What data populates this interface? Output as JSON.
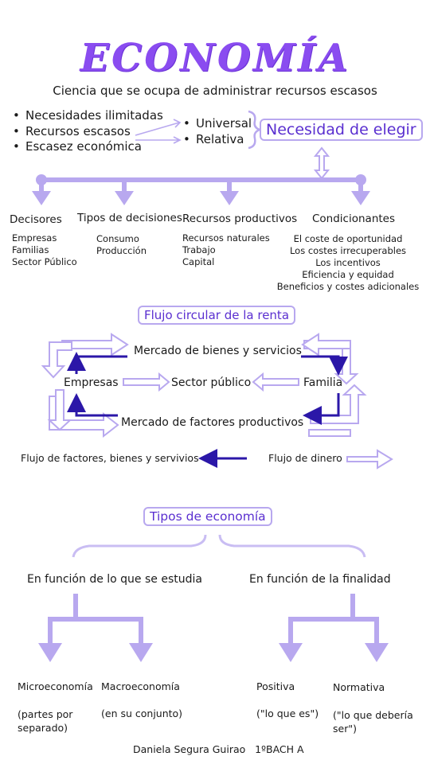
{
  "title": "ECONOMÍA",
  "subtitle": "Ciencia que se ocupa de administrar recursos escasos",
  "bullets_left": [
    "Necesidades ilimitadas",
    "Recursos escasos",
    "Escasez económica"
  ],
  "bullets_mid": [
    "Universal",
    "Relativa"
  ],
  "choice_box": "Necesidad de elegir",
  "categories": [
    {
      "title": "Decisores",
      "items": [
        "Empresas",
        "Familias",
        "Sector Público"
      ]
    },
    {
      "title": "Tipos de decisiones",
      "items": [
        "Consumo",
        "Producción"
      ]
    },
    {
      "title": "Recursos productivos",
      "items": [
        "Recursos naturales",
        "Trabajo",
        "Capital"
      ]
    },
    {
      "title": "Condicionantes",
      "items": [
        "El coste de oportunidad",
        "Los costes irrecuperables",
        "Los incentivos",
        "Eficiencia y equidad",
        "Beneficios y costes adicionales"
      ]
    }
  ],
  "flow": {
    "title": "Flujo circular de la renta",
    "goods_market": "Mercado de bienes y servicios",
    "companies": "Empresas",
    "public_sector": "Sector público",
    "family": "Familia",
    "factor_market": "Mercado de factores productivos",
    "legend_goods": "Flujo de factores, bienes y servivios",
    "legend_money": "Flujo de dinero"
  },
  "types": {
    "title": "Tipos de economía",
    "branch_study": "En función de lo que se estudia",
    "branch_purpose": "En función de la finalidad",
    "micro": "Microeconomía",
    "micro_note": "(partes por separado)",
    "macro": "Macroeconomía",
    "macro_note": "(en su conjunto)",
    "positive": "Positiva",
    "positive_note": "(\"lo que es\")",
    "normative": "Normativa",
    "normative_note": "(\"lo que debería ser\")"
  },
  "footer": "Daniela Segura Guirao   1ºBACH A",
  "colors": {
    "accent": "#8a4cf0",
    "lavender": "#b8a8ef",
    "navy": "#2b17a8"
  }
}
